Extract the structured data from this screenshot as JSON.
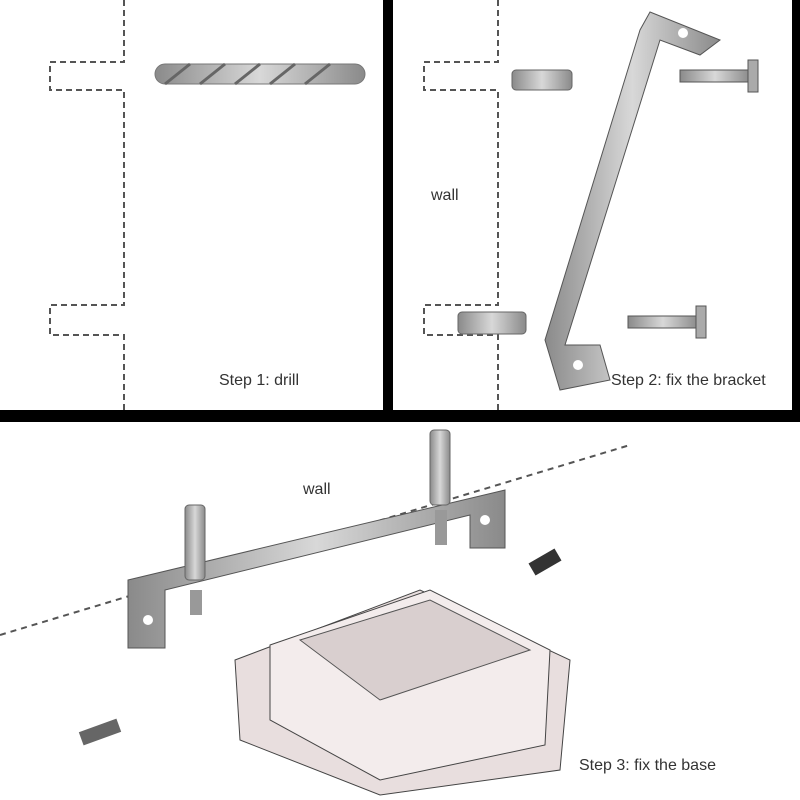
{
  "panel1": {
    "caption": "Step 1: drill"
  },
  "panel2": {
    "wall_label": "wall",
    "caption": "Step 2: fix the bracket"
  },
  "panel3": {
    "wall_label": "wall",
    "caption": "Step 3: fix the base"
  },
  "colors": {
    "divider": "#000000",
    "metal": "#a9a9a9",
    "dashes": "#555555"
  }
}
